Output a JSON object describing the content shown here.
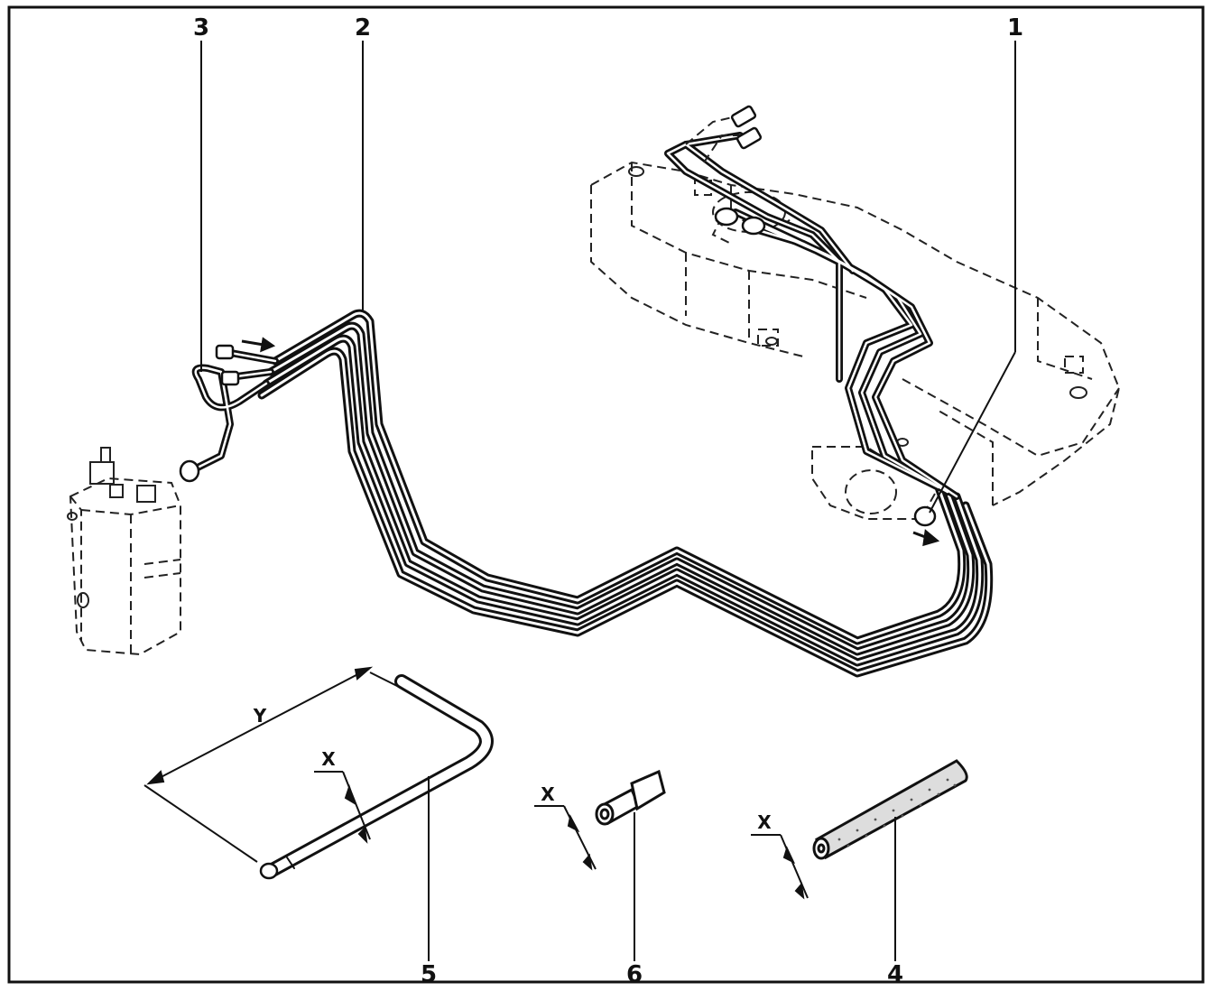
{
  "callouts": {
    "c1": "1",
    "c2": "2",
    "c3": "3",
    "c4": "4",
    "c5": "5",
    "c6": "6"
  },
  "dimensions": {
    "x_on_5": "X",
    "y_on_5": "Y",
    "x_on_6": "X",
    "x_on_4": "X"
  }
}
